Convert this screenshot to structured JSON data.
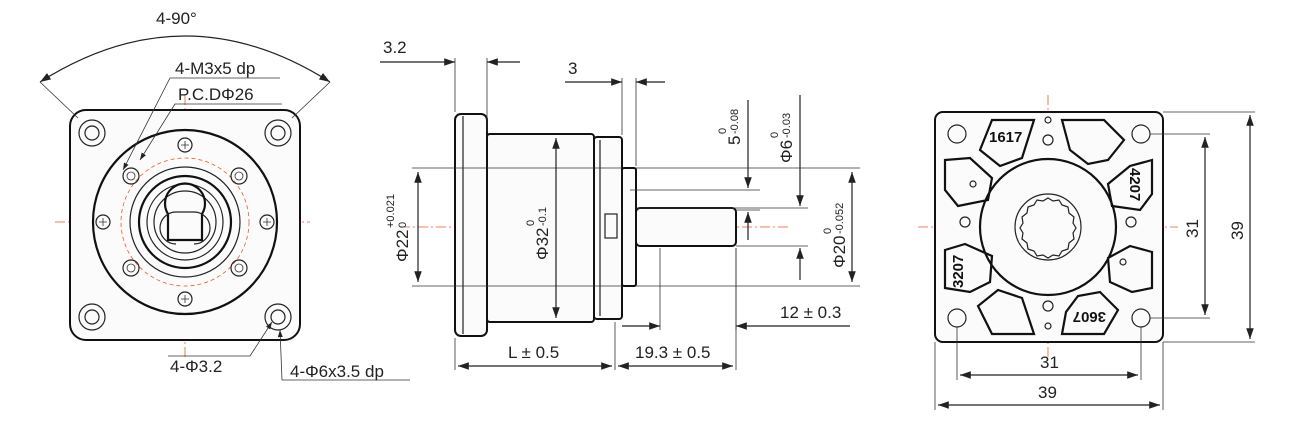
{
  "front_view": {
    "angle": "4-90°",
    "thread": "4-M3x5 dp",
    "pcd": "P.C.DΦ26",
    "hole_small": "4-Φ3.2",
    "hole_counterbore": "4-Φ6x3.5 dp"
  },
  "side_view": {
    "flange_thickness": "3.2",
    "gap": "3",
    "d22_main": "Φ22",
    "d22_upper": "+0.021",
    "d22_lower": "0",
    "d32_main": "Φ32",
    "d32_upper": "0",
    "d32_lower": "-0.1",
    "key5_main": "5",
    "key5_upper": "0",
    "key5_lower": "-0.08",
    "d6_main": "Φ6",
    "d6_upper": "0",
    "d6_lower": "-0.03",
    "d20_main": "Φ20",
    "d20_upper": "0",
    "d20_lower": "-0.052",
    "shaft_len": "12 ± 0.3",
    "body_len": "L ± 0.5",
    "output_len": "19.3 ± 0.5"
  },
  "rear_view": {
    "mark_top": "1617",
    "mark_right": "4207",
    "mark_left": "3207",
    "mark_bottom": "3607",
    "inner_w": "31",
    "outer_w": "39",
    "inner_h": "31",
    "outer_h": "39"
  }
}
